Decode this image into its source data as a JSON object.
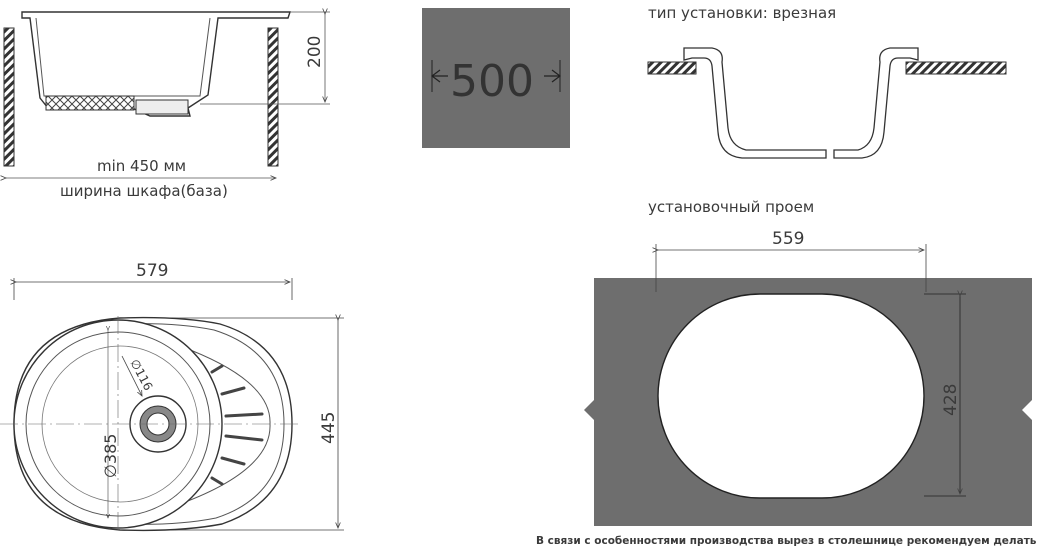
{
  "side_view": {
    "height_label": "200",
    "min_label": "min 450 мм",
    "cabinet_label": "ширина шкафа(база)"
  },
  "cabinet_badge": {
    "value": "500",
    "color": "#6e6e6e"
  },
  "mount": {
    "title": "тип установки: врезная"
  },
  "cutout": {
    "title": "установочный проем",
    "width": "559",
    "height": "428",
    "fill": "#6e6e6e"
  },
  "top_view": {
    "width": "579",
    "depth": "445",
    "bowl_diameter": "∅385",
    "drain_diameter": "∅116"
  },
  "footnote": "В связи с особенностями производства вырез в столешнице рекомендуем делать с изделия."
}
